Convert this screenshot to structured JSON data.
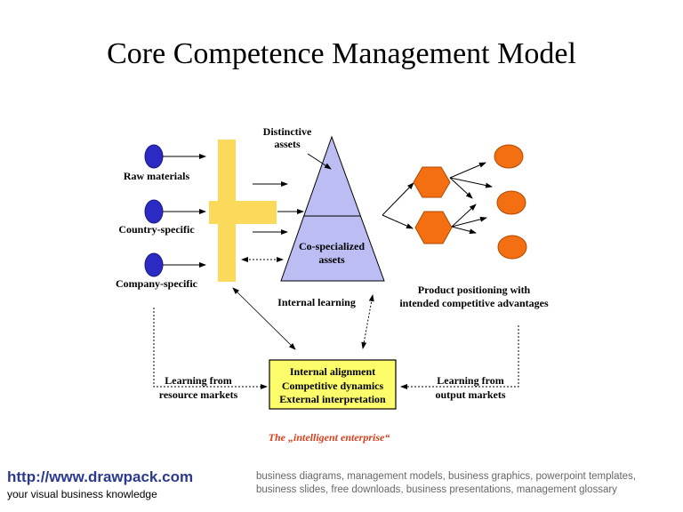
{
  "title": "Core Competence Management Model",
  "colors": {
    "resource_circle": "#2b2bc4",
    "cross": "#fbd95a",
    "pyramid": "#bcbdf2",
    "hexagon": "#f36f12",
    "output_circle": "#f36f12",
    "center_box": "#fdfc6b",
    "italic_label": "#d9401e",
    "footer_url": "#2b3a8f"
  },
  "resources": [
    {
      "label": "Raw materials",
      "icon": "blue-circle"
    },
    {
      "label": "Country-specific",
      "icon": "blue-circle"
    },
    {
      "label": "Company-specific",
      "icon": "blue-circle"
    }
  ],
  "pyramid": {
    "top_label_line1": "Distinctive",
    "top_label_line2": "assets",
    "bottom_label_line1": "Co-specialized",
    "bottom_label_line2": "assets"
  },
  "internal_learning": "Internal learning",
  "product_positioning": {
    "line1": "Product positioning with",
    "line2": "intended competitive advantages"
  },
  "center_box": {
    "line1": "Internal alignment",
    "line2": "Competitive dynamics",
    "line3": "External interpretation"
  },
  "learning_resource": {
    "line1": "Learning from",
    "line2": "resource markets"
  },
  "learning_output": {
    "line1": "Learning from",
    "line2": "output markets"
  },
  "enterprise_label": "The „intelligent enterprise“",
  "footer": {
    "url": "http://www.drawpack.com",
    "tagline": "your visual business knowledge",
    "keywords": "business diagrams, management models, business graphics, powerpoint templates, business slides, free downloads, business presentations, management glossary"
  }
}
